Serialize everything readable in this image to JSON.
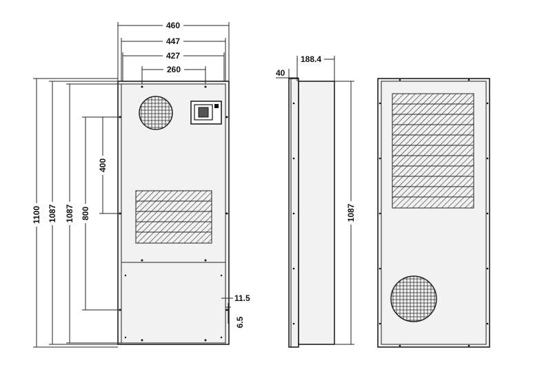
{
  "front_view": {
    "widths": {
      "outer": "460",
      "mid": "447",
      "inner": "427",
      "mount": "260"
    },
    "heights": {
      "total": "1100",
      "body_a": "1087",
      "body_b": "1087",
      "span_800": "800",
      "span_400": "400"
    },
    "offsets": {
      "side": "11.5",
      "bottom": "6.5"
    }
  },
  "side_view": {
    "depth": "188.4",
    "flange": "40",
    "height": "1087"
  },
  "rear_view": {}
}
